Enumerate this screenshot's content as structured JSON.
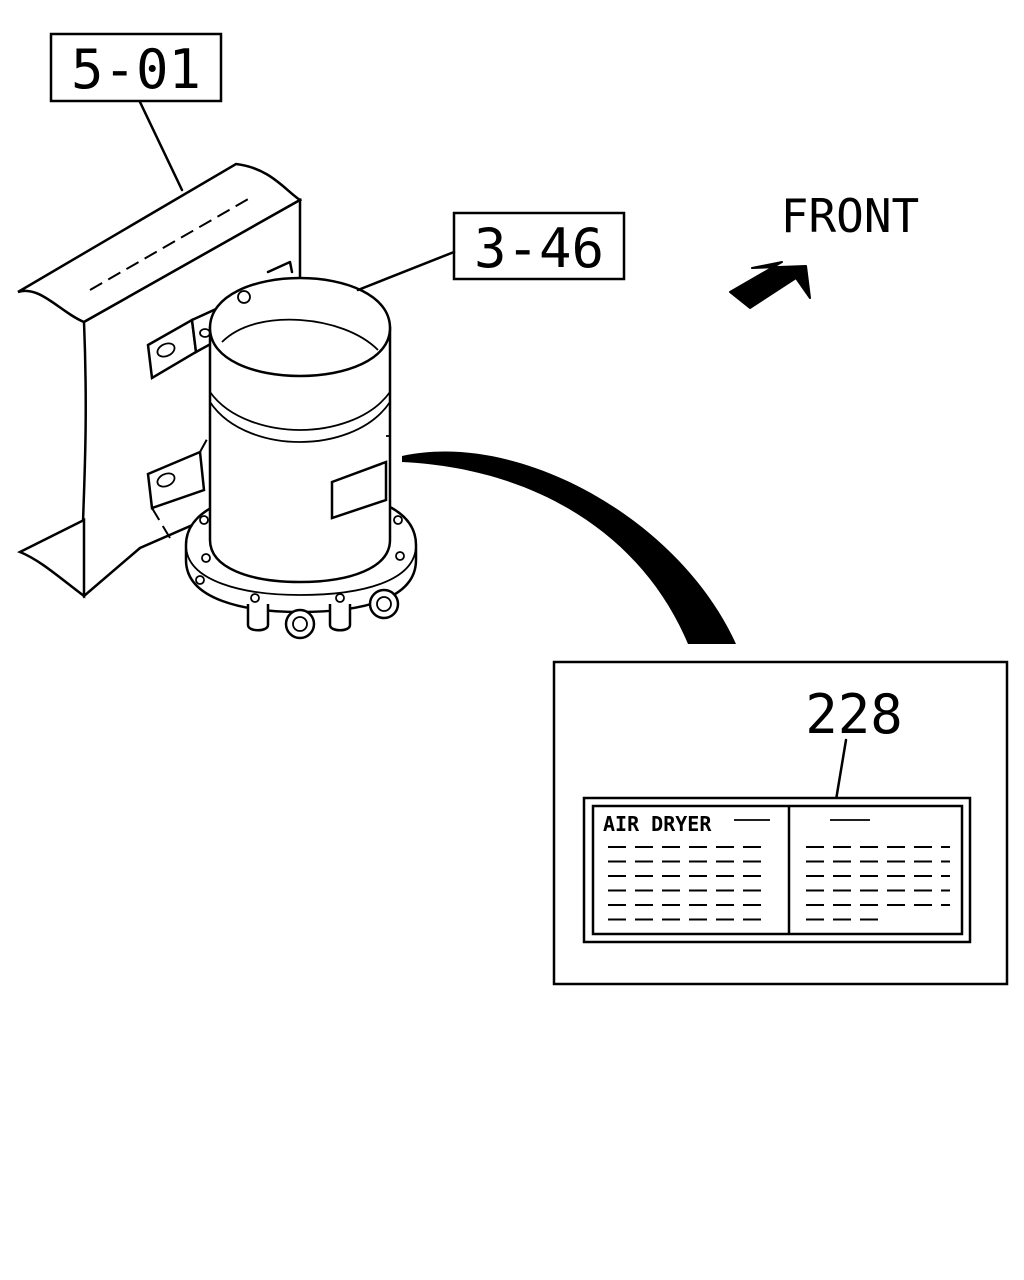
{
  "callouts": {
    "frame_ref": "5-01",
    "dryer_ref": "3-46",
    "label_ref": "228"
  },
  "direction": {
    "label": "FRONT"
  },
  "label_plate": {
    "title": "AIR DRYER"
  },
  "colors": {
    "ink": "#000000",
    "paper": "#ffffff"
  }
}
